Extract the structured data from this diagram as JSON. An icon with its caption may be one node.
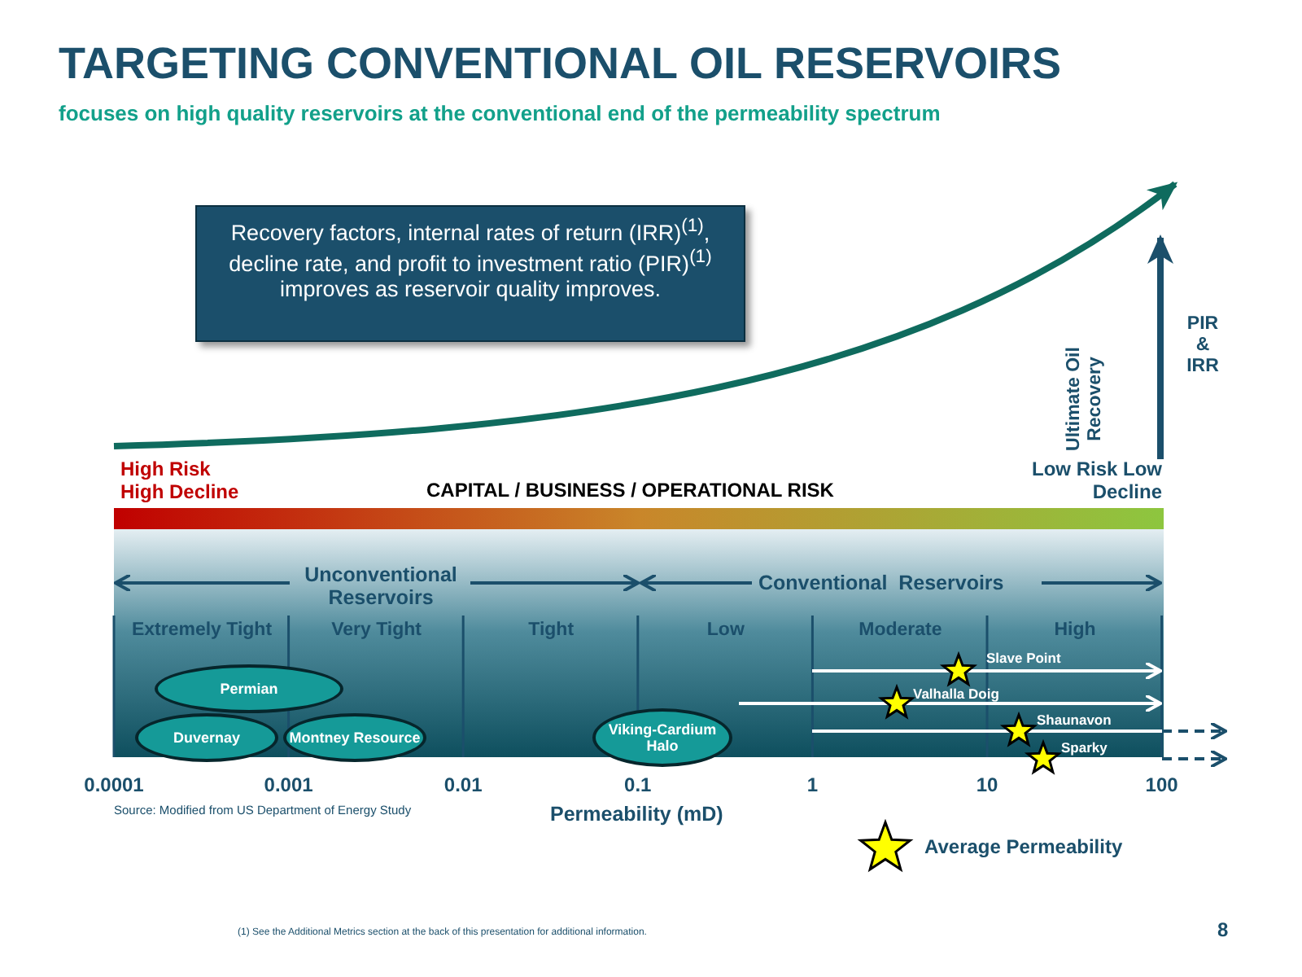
{
  "diagram": {
    "title": "TARGETING CONVENTIONAL OIL  RESERVOIRS",
    "nodes": [
      {
        "text": [
          "Recovery factors, internal rates of return (IRR)$^{(1)}$, decline rate, and profit to investment ratio (PIR)$^{(1)}$ improves as reservoir quality improves."
        ]
      },
      {
        "text": [
          "Permian"
        ]
      },
      {
        "text": [
          "Duvernay"
        ]
      },
      {
        "text": [
          "Montney Resource"
        ]
      },
      {
        "text": [
          "Viking-Cardium Halo"
        ]
      }
    ],
    "labels": [
      "focuses on high quality reservoirs at the conventional end of the permeability spectrum",
      "Ultimate Oil Recovery",
      "PIR & IRR",
      "High Risk High Decline",
      "CAPITAL / BUSINESS / OPERATIONAL RISK",
      "Low Risk Low Decline",
      "Unconventional Reservoirs",
      "Conventional  Reservoirs",
      "Extremely Tight",
      "Very Tight",
      "Tight",
      "Low",
      "Moderate",
      "High",
      "Slave Point",
      "Valhalla Doig",
      "Shaunavon",
      "Sparky",
      "0.0001",
      "0.001",
      "0.01",
      "0.1",
      "1",
      "10",
      "100",
      "Source: Modified from US Department of Energy Study",
      "Permeability (mD)",
      "(1) See the Additional Metrics section at the back of this presentation for additional information.",
      "8"
    ],
    "legend": [
      {
        "text": "Average Permeability"
      }
    ]
  }
}
